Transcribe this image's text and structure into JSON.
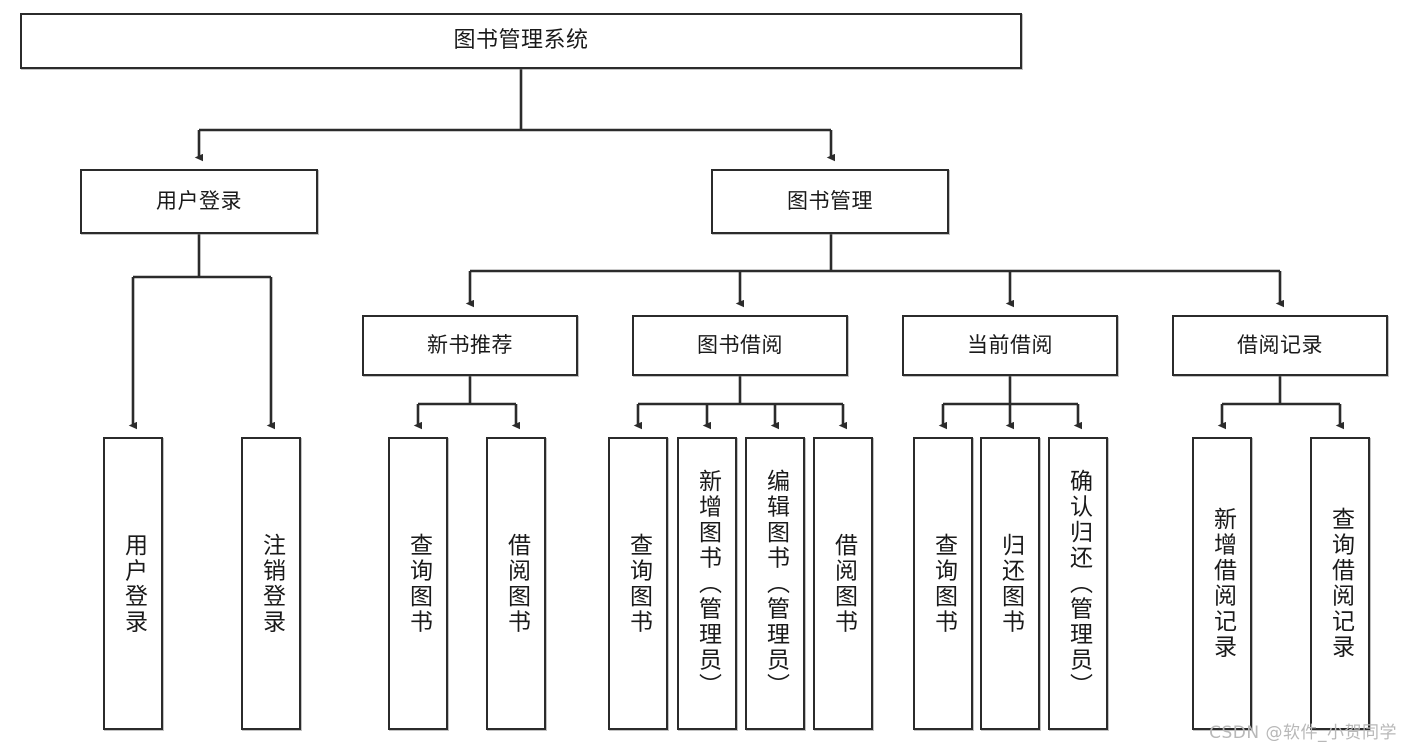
{
  "diagram": {
    "title": "图书管理系统",
    "type": "hierarchy-tree",
    "watermark": "CSDN @软件_小贺同学",
    "colors": {
      "border": "#2b2b2b",
      "background": "#ffffff",
      "text": "#1a1a1a",
      "watermark": "#b8b8b8"
    },
    "nodes": {
      "root": {
        "label": "图书管理系统",
        "level": 1,
        "orientation": "horizontal"
      },
      "l2": [
        {
          "id": "user-login",
          "label": "用户登录",
          "level": 2,
          "orientation": "horizontal"
        },
        {
          "id": "book-manage",
          "label": "图书管理",
          "level": 2,
          "orientation": "horizontal"
        }
      ],
      "l3": [
        {
          "id": "new-book-rec",
          "label": "新书推荐",
          "level": 3,
          "orientation": "horizontal",
          "parent": "book-manage"
        },
        {
          "id": "book-borrow",
          "label": "图书借阅",
          "level": 3,
          "orientation": "horizontal",
          "parent": "book-manage"
        },
        {
          "id": "current-borrow",
          "label": "当前借阅",
          "level": 3,
          "orientation": "horizontal",
          "parent": "book-manage"
        },
        {
          "id": "borrow-record",
          "label": "借阅记录",
          "level": 3,
          "orientation": "horizontal",
          "parent": "book-manage"
        }
      ],
      "leaves": [
        {
          "id": "leaf-user-login",
          "label": "用户登录",
          "parent": "user-login"
        },
        {
          "id": "leaf-logout-login",
          "label": "注销登录",
          "parent": "user-login"
        },
        {
          "id": "leaf-query-book-1",
          "label": "查询图书",
          "parent": "new-book-rec"
        },
        {
          "id": "leaf-borrow-book-1",
          "label": "借阅图书",
          "parent": "new-book-rec"
        },
        {
          "id": "leaf-query-book-2",
          "label": "查询图书",
          "parent": "book-borrow"
        },
        {
          "id": "leaf-add-book",
          "label": "新增图书（管理员）",
          "parent": "book-borrow"
        },
        {
          "id": "leaf-edit-book",
          "label": "编辑图书（管理员）",
          "parent": "book-borrow"
        },
        {
          "id": "leaf-borrow-book-2",
          "label": "借阅图书",
          "parent": "book-borrow"
        },
        {
          "id": "leaf-query-book-3",
          "label": "查询图书",
          "parent": "current-borrow"
        },
        {
          "id": "leaf-return-book",
          "label": "归还图书",
          "parent": "current-borrow"
        },
        {
          "id": "leaf-confirm-return",
          "label": "确认归还（管理员）",
          "parent": "current-borrow"
        },
        {
          "id": "leaf-add-record",
          "label": "新增借阅记录",
          "parent": "borrow-record"
        },
        {
          "id": "leaf-query-record",
          "label": "查询借阅记录",
          "parent": "borrow-record"
        }
      ]
    }
  }
}
